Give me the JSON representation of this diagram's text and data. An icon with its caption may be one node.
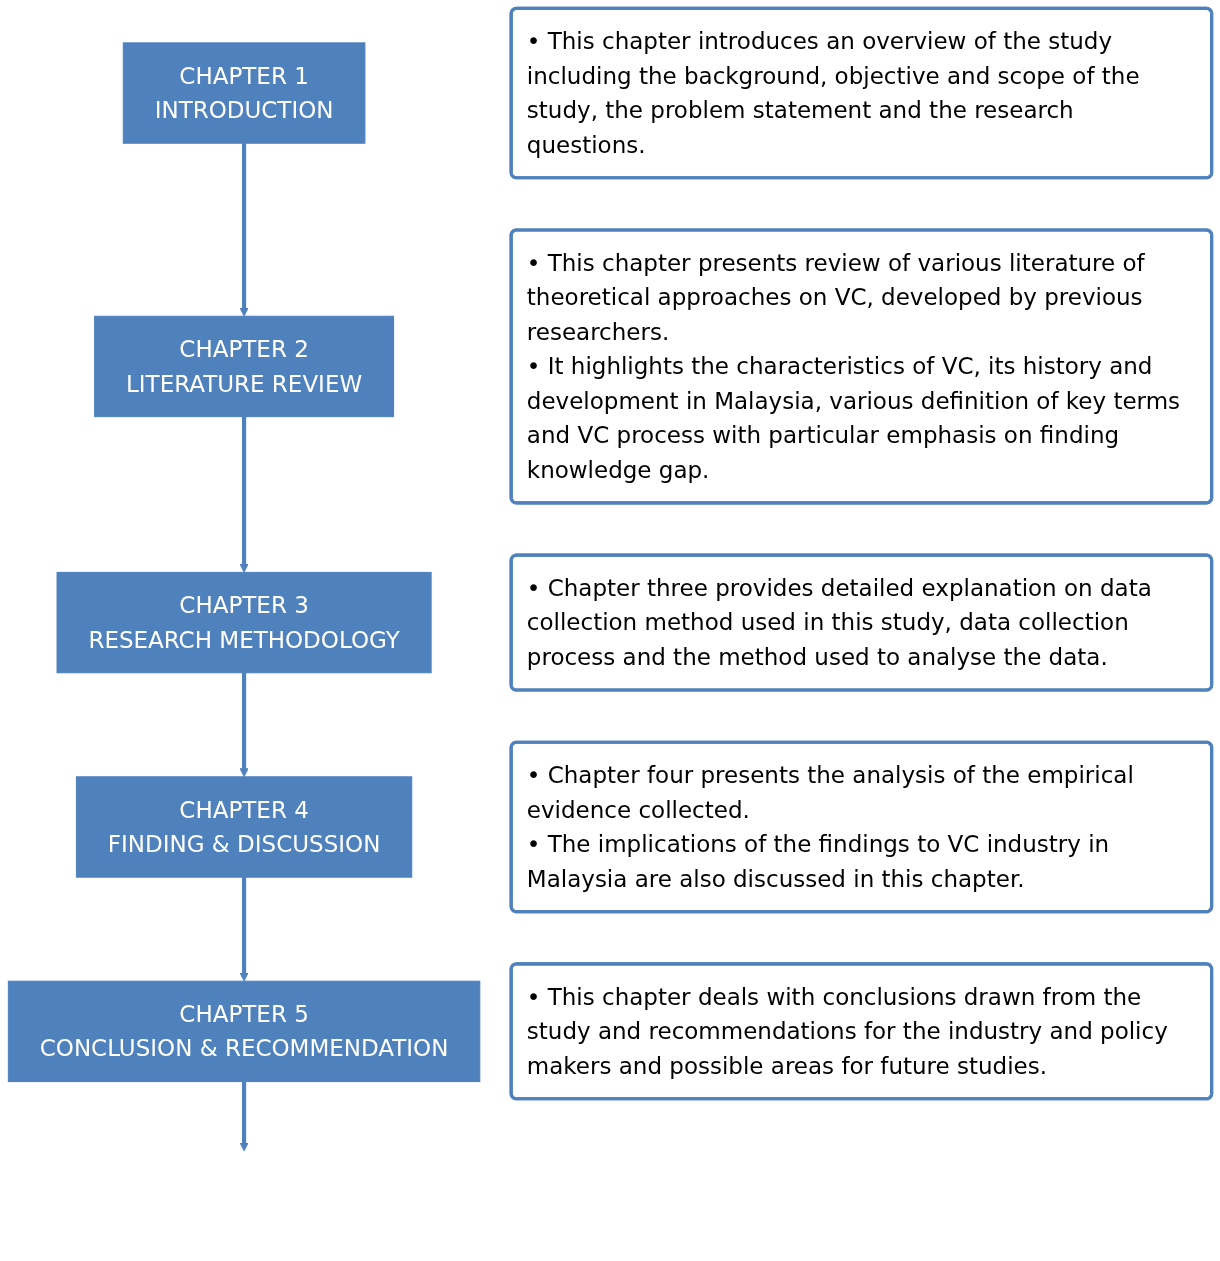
{
  "diagram": {
    "nodes": [
      {
        "text": [
          "CHAPTER 1",
          "INTRODUCTION"
        ]
      },
      {
        "text": [
          "• This chapter introduces an overview of the study including the background, objective and scope of the study, the problem statement and the research questions."
        ]
      },
      {
        "text": [
          "CHAPTER 2",
          "LITERATURE REVIEW"
        ]
      },
      {
        "text": [
          "• This chapter presents review of various literature of theoretical approaches on VC, developed by previous researchers.",
          "• It highlights the characteristics of VC, its history and development in Malaysia, various definition of key terms and VC process with particular emphasis on finding knowledge gap."
        ]
      },
      {
        "text": [
          "CHAPTER 3",
          "RESEARCH METHODOLOGY"
        ]
      },
      {
        "text": [
          "• Chapter three provides detailed explanation on data collection method used in this study, data collection process and the method used to analyse the data."
        ]
      },
      {
        "text": [
          "CHAPTER 4",
          "FINDING & DISCUSSION"
        ]
      },
      {
        "text": [
          "• Chapter four presents the analysis of the empirical evidence collected.",
          "• The implications of the findings to VC industry in Malaysia are also discussed in this chapter."
        ]
      },
      {
        "text": [
          "CHAPTER 5",
          "CONCLUSION & RECOMMENDATION"
        ]
      },
      {
        "text": [
          "• This chapter deals with conclusions drawn from the study and recommendations for the industry and policy makers and possible areas for future studies."
        ]
      }
    ],
    "edges": [
      {
        "from": 0,
        "to": 2,
        "arrow": "to"
      },
      {
        "from": 2,
        "to": 4,
        "arrow": "to"
      },
      {
        "from": 4,
        "to": 6,
        "arrow": "to"
      },
      {
        "from": 6,
        "to": 8,
        "arrow": "to"
      },
      {
        "from": 8,
        "to": null,
        "arrow": "to"
      }
    ]
  }
}
